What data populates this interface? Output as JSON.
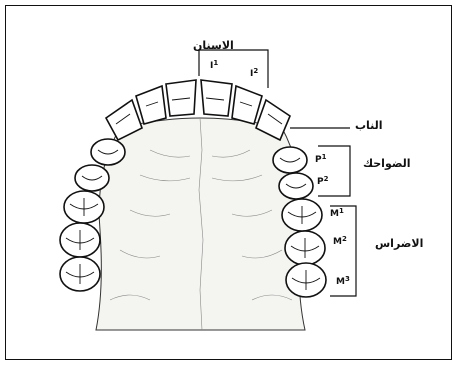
{
  "labels": {
    "incisors": "الاسنان",
    "canine": "الناب",
    "premolars": "الضواحك",
    "molars": "الاضراس"
  },
  "tooth_codes": {
    "i1": {
      "letter": "I",
      "sup": "1"
    },
    "i2": {
      "letter": "I",
      "sup": "2"
    },
    "p1": {
      "letter": "P",
      "sup": "1"
    },
    "p2": {
      "letter": "P",
      "sup": "2"
    },
    "m1": {
      "letter": "M",
      "sup": "1"
    },
    "m2": {
      "letter": "M",
      "sup": "2"
    },
    "m3": {
      "letter": "M",
      "sup": "3"
    }
  },
  "colors": {
    "ink": "#111111",
    "paper": "#ffffff",
    "palate": "#f4f4f0"
  }
}
